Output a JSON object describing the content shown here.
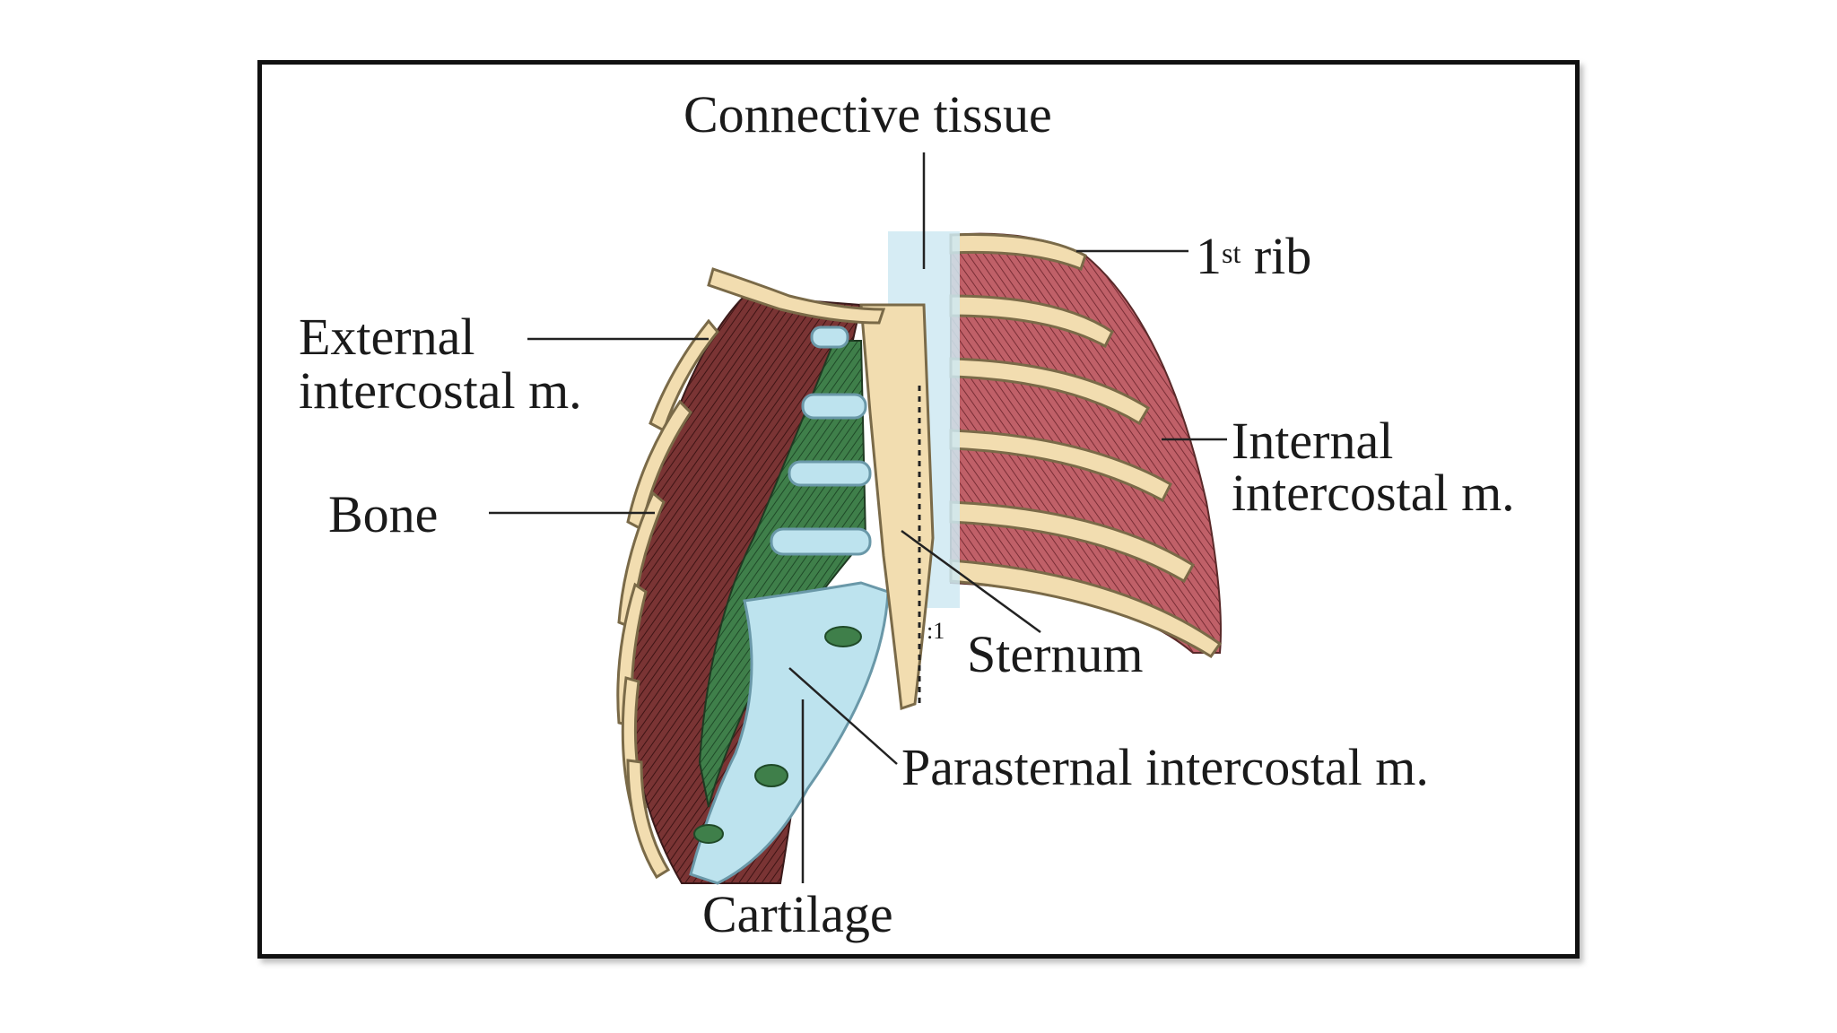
{
  "labels": {
    "connective_tissue": "Connective tissue",
    "first_rib_num": "1",
    "first_rib_sup": "st",
    "first_rib_word": "rib",
    "external_line1": "External",
    "external_line2": "intercostal m.",
    "internal_line1": "Internal",
    "internal_line2": "intercostal m.",
    "bone": "Bone",
    "sternum": "Sternum",
    "parasternal": "Parasternal intercostal m.",
    "cartilage": "Cartilage",
    "tiny_mark": ":1"
  },
  "colors": {
    "frame": "#111111",
    "bone": "#f2ddb0",
    "bone_outline": "#7a6a48",
    "internal_muscle": "#b85a62",
    "external_muscle": "#6a2a2a",
    "parasternal_muscle": "#2e6a3e",
    "cartilage": "#bde3ee",
    "connective_tissue": "#cfe9f2"
  }
}
